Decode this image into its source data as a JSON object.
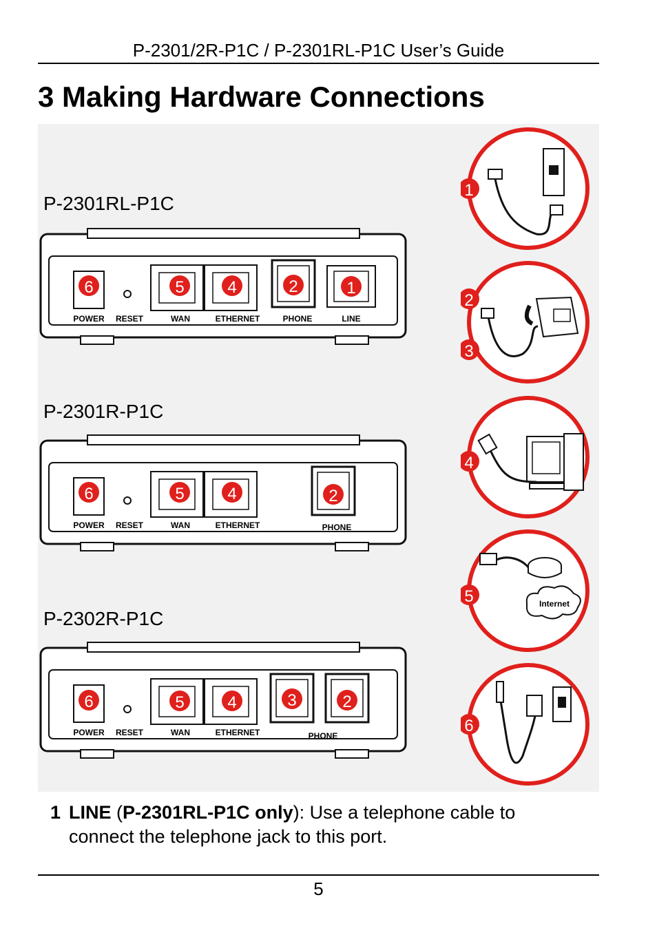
{
  "header": {
    "title": "P-2301/2R-P1C / P-2301RL-P1C User’s Guide"
  },
  "heading": "3 Making Hardware Connections",
  "figure": {
    "models": [
      {
        "label": "P-2301RL-P1C",
        "ports": [
          {
            "badge": "6",
            "label": "POWER"
          },
          {
            "badge": "",
            "label": "RESET"
          },
          {
            "badge": "5",
            "label": "WAN"
          },
          {
            "badge": "4",
            "label": "ETHERNET"
          },
          {
            "badge": "2",
            "label": "PHONE"
          },
          {
            "badge": "1",
            "label": "LINE"
          }
        ]
      },
      {
        "label": "P-2301R-P1C",
        "ports": [
          {
            "badge": "6",
            "label": "POWER"
          },
          {
            "badge": "",
            "label": "RESET"
          },
          {
            "badge": "5",
            "label": "WAN"
          },
          {
            "badge": "4",
            "label": "ETHERNET"
          },
          {
            "badge": "2",
            "label": "PHONE"
          }
        ]
      },
      {
        "label": "P-2302R-P1C",
        "ports": [
          {
            "badge": "6",
            "label": "POWER"
          },
          {
            "badge": "",
            "label": "RESET"
          },
          {
            "badge": "5",
            "label": "WAN"
          },
          {
            "badge": "4",
            "label": "ETHERNET"
          },
          {
            "badge": "3",
            "label": ""
          },
          {
            "badge": "2",
            "label": ""
          }
        ],
        "phone_label": "PHONE"
      }
    ],
    "callouts": [
      {
        "badges": [
          "1"
        ],
        "icon": "wall-jack-cable-icon"
      },
      {
        "badges": [
          "2",
          "3"
        ],
        "icon": "telephone-icon"
      },
      {
        "badges": [
          "4"
        ],
        "icon": "computer-icon"
      },
      {
        "badges": [
          "5"
        ],
        "icon": "modem-internet-icon",
        "cloud_text": "Internet"
      },
      {
        "badges": [
          "6"
        ],
        "icon": "power-adapter-icon"
      }
    ]
  },
  "list": {
    "items": [
      {
        "num": "1",
        "term": "LINE",
        "open": " (",
        "qualifier": "P-2301RL-P1C only",
        "rest": "): Use a telephone cable to connect the telephone jack to this port."
      }
    ]
  },
  "footer": {
    "page_number": "5"
  },
  "colors": {
    "accent_red": "#e0201c",
    "figure_bg": "#f1f1f1"
  }
}
